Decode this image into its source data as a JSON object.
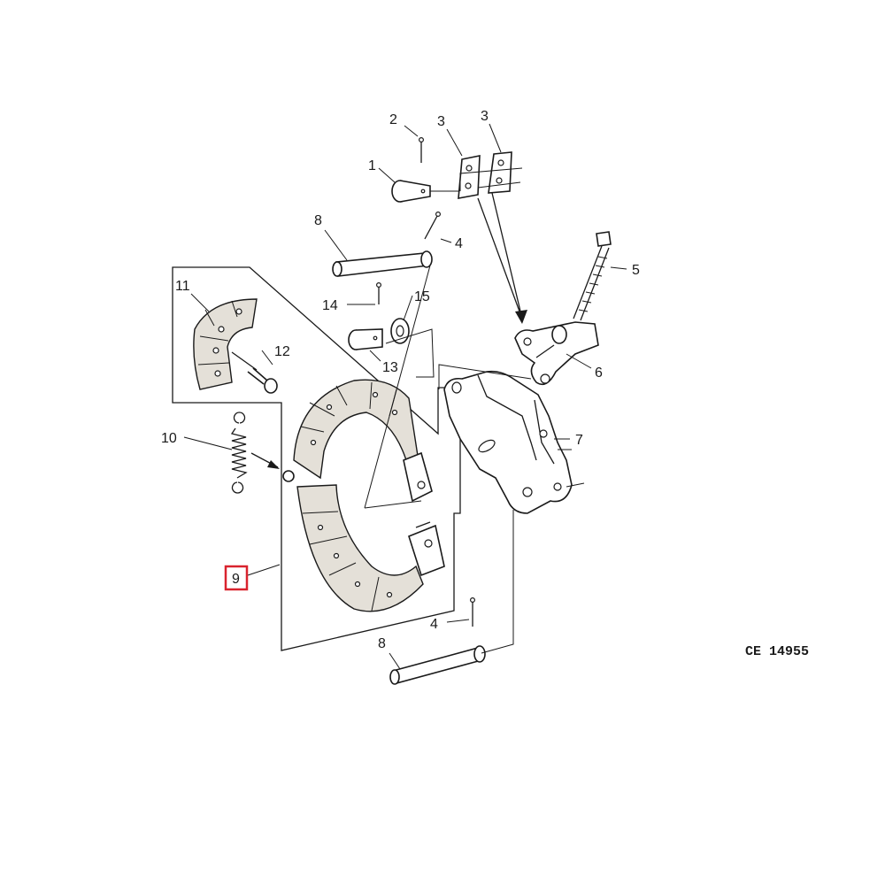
{
  "drawing_code": "CE 14955",
  "highlight_color": "#d9232e",
  "callouts": {
    "c1": "1",
    "c2": "2",
    "c3a": "3",
    "c3b": "3",
    "c4a": "4",
    "c4b": "4",
    "c5": "5",
    "c6": "6",
    "c7": "7",
    "c8a": "8",
    "c8b": "8",
    "c9": "9",
    "c10": "10",
    "c11": "11",
    "c12": "12",
    "c13": "13",
    "c14": "14",
    "c15": "15"
  }
}
